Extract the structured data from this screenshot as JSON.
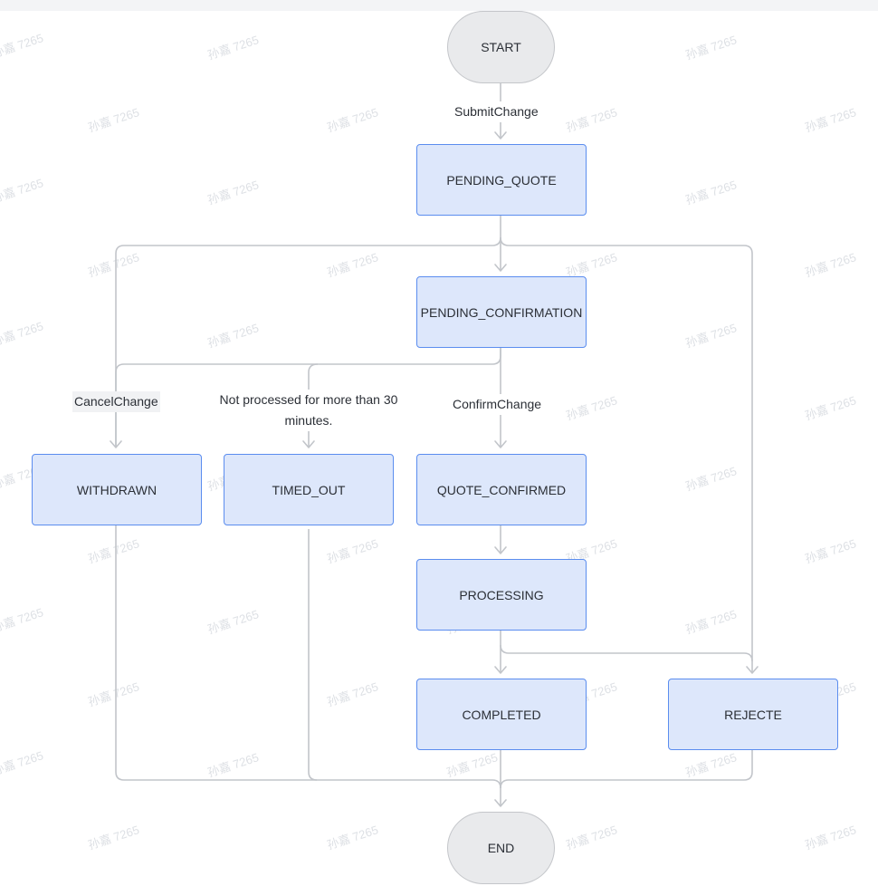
{
  "nodes": {
    "start": "START",
    "pending_quote": "PENDING_QUOTE",
    "pending_confirmation": "PENDING_CONFIRMATION",
    "withdrawn": "WITHDRAWN",
    "timed_out": "TIMED_OUT",
    "quote_confirmed": "QUOTE_CONFIRMED",
    "processing": "PROCESSING",
    "completed": "COMPLETED",
    "rejecte": "REJECTE",
    "end": "END"
  },
  "edges": {
    "submit_change": "SubmitChange",
    "cancel_change": "CancelChange",
    "timeout": "Not processed for more than 30 minutes.",
    "confirm_change": "ConfirmChange"
  },
  "watermark": "孙嘉 7265",
  "colors": {
    "node_fill": "#dde7fb",
    "node_border": "#5b8def",
    "terminal_fill": "#e9eaec",
    "edge": "#c2c5ca"
  }
}
